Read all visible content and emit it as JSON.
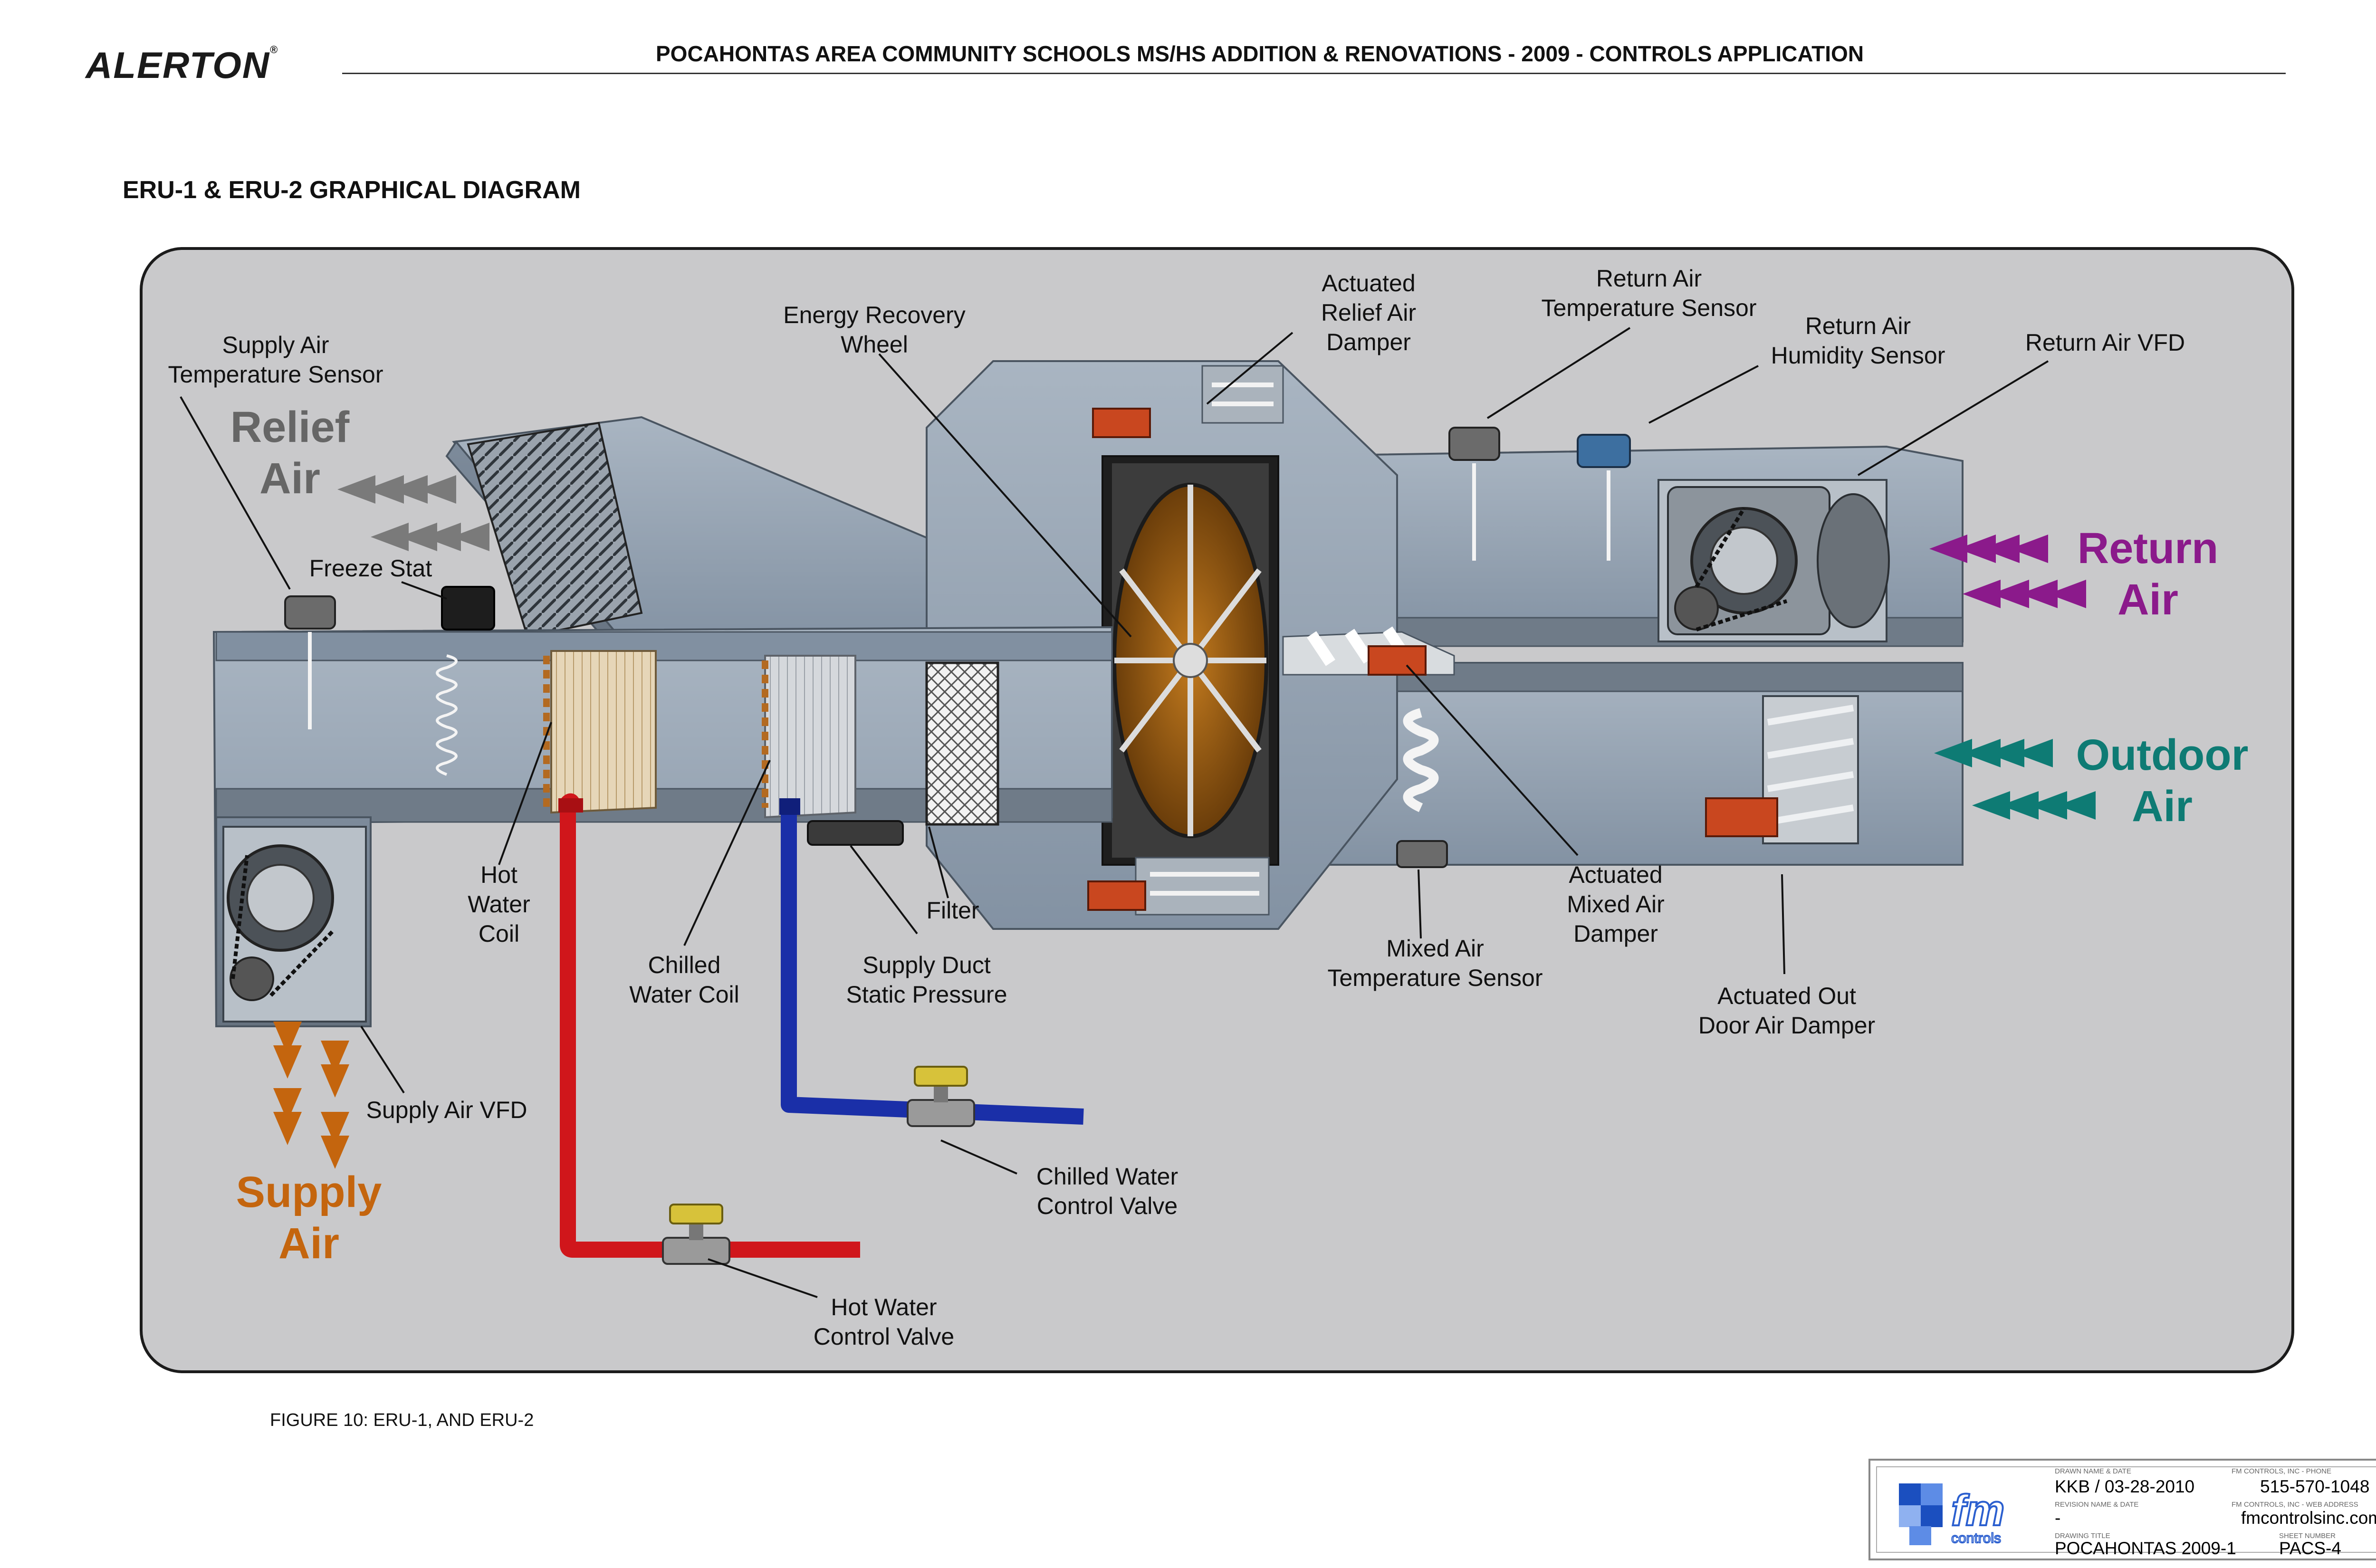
{
  "header": {
    "logo": "ALERTON",
    "logo_mark": "®",
    "title": "POCAHONTAS AREA COMMUNITY SCHOOLS MS/HS ADDITION & RENOVATIONS - 2009 - CONTROLS APPLICATION"
  },
  "section_title": "ERU-1 & ERU-2 GRAPHICAL DIAGRAM",
  "labels": {
    "supply_air_temp_sensor": "Supply Air\nTemperature Sensor",
    "energy_recovery_wheel": "Energy Recovery\nWheel",
    "actuated_relief_air_damper": "Actuated\nRelief Air\nDamper",
    "return_air_temp_sensor": "Return Air\nTemperature Sensor",
    "return_air_humidity_sensor": "Return Air\nHumidity Sensor",
    "return_air_vfd": "Return Air VFD",
    "freeze_stat": "Freeze Stat",
    "hot_water_coil": "Hot\nWater\nCoil",
    "chilled_water_coil": "Chilled\nWater Coil",
    "supply_duct_static_pressure": "Supply Duct\nStatic Pressure",
    "filter": "Filter",
    "mixed_air_temp_sensor": "Mixed Air\nTemperature Sensor",
    "actuated_mixed_air_damper": "Actuated\nMixed Air\nDamper",
    "actuated_outdoor_air_damper": "Actuated Out\nDoor Air Damper",
    "supply_air_vfd": "Supply Air VFD",
    "chilled_water_control_valve": "Chilled Water\nControl Valve",
    "hot_water_control_valve": "Hot Water\nControl Valve"
  },
  "flows": {
    "relief_air": "Relief\nAir",
    "return_air": "Return\nAir",
    "outdoor_air": "Outdoor\nAir",
    "supply_air": "Supply\nAir"
  },
  "colors": {
    "relief": "#666666",
    "return": "#8b1a8b",
    "outdoor": "#0e7b74",
    "supply": "#c4650e",
    "hot_water": "#d0161b",
    "chilled_water": "#1a2fa8",
    "duct": "#8d9bab"
  },
  "caption": "FIGURE 10: ERU-1, AND ERU-2",
  "title_block": {
    "drawn_label": "DRAWN NAME & DATE",
    "drawn_value": "KKB / 03-28-2010",
    "revision_label": "REVISION NAME & DATE",
    "revision_value": "-",
    "drawing_title_label": "DRAWING TITLE",
    "drawing_title_value": "POCAHONTAS 2009-1",
    "phone_label": "FM CONTROLS, INC - PHONE",
    "phone_value": "515-570-1048",
    "web_label": "FM CONTROLS, INC - WEB ADDRESS",
    "web_value": "fmcontrolsinc.com",
    "sheet_label": "SHEET NUMBER",
    "sheet_value": "PACS-4",
    "brand_mark": "fm",
    "brand_sub": "controls"
  }
}
